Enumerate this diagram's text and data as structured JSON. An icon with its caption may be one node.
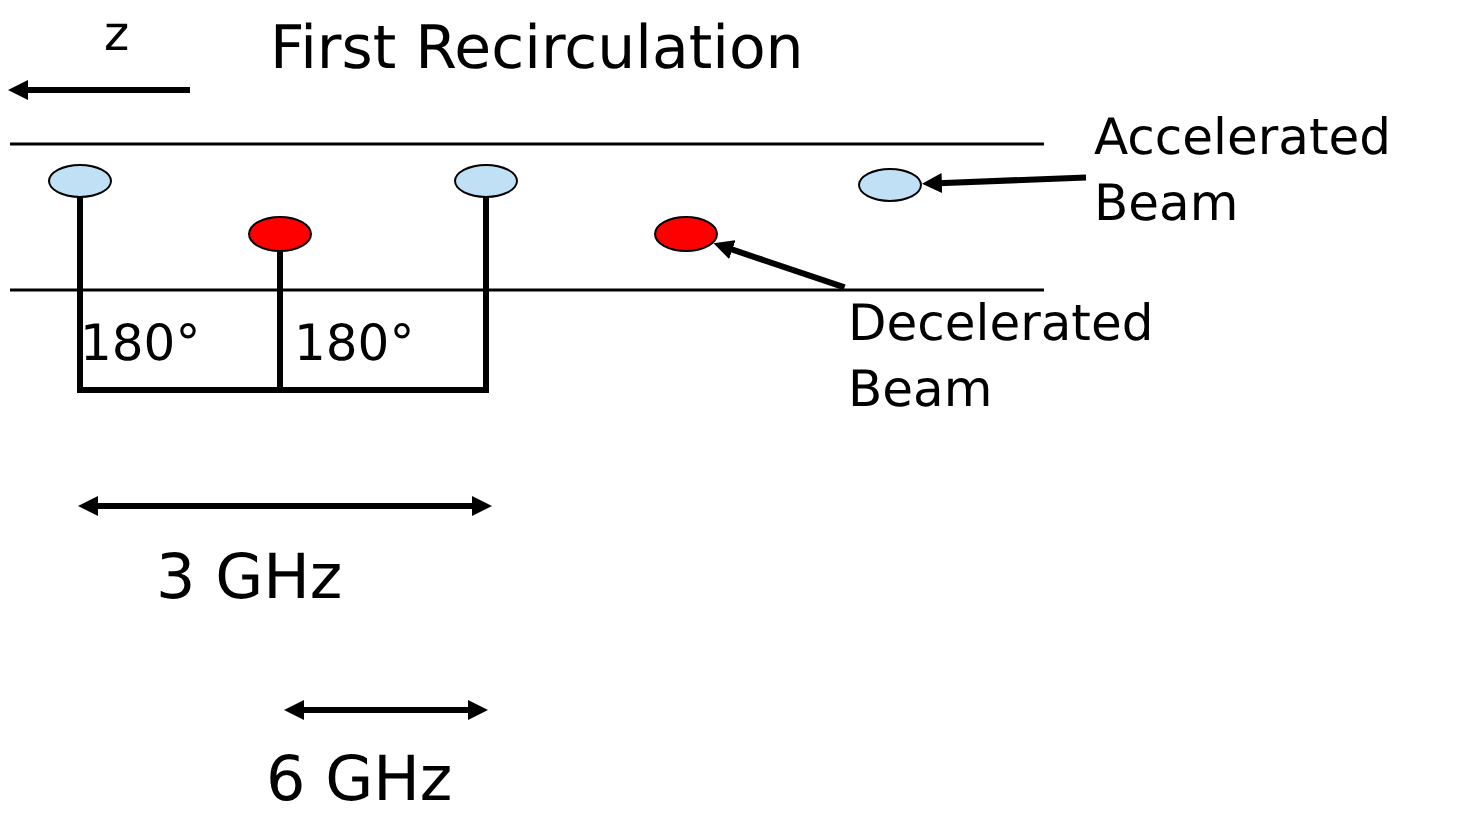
{
  "diagram": {
    "title": "First Recirculation",
    "nodes": [
      {
        "text": [
          "Accelerated Beam"
        ]
      },
      {
        "text": [],
        "shape": "ellipse"
      },
      {
        "text": [],
        "shape": "ellipse"
      },
      {
        "text": [],
        "shape": "ellipse"
      },
      {
        "text": [],
        "shape": "ellipse"
      },
      {
        "text": [],
        "shape": "ellipse"
      },
      {
        "text": [
          "Decelerated Beam"
        ]
      }
    ],
    "edges": [
      {
        "from": 0,
        "to": 5,
        "arrow": "to"
      },
      {
        "from": 6,
        "to": 4,
        "arrow": "to"
      }
    ],
    "labels": [
      "z",
      "180°",
      "180°",
      "3 GHz",
      "6 GHz"
    ]
  }
}
